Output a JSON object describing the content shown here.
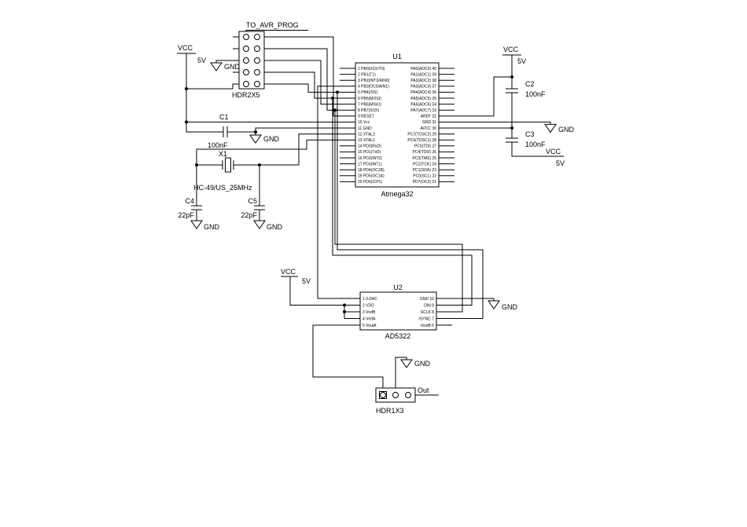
{
  "schematic": {
    "net_labels": {
      "to_avr_prog": "TO_AVR_PROG",
      "out": "Out"
    },
    "power": {
      "vcc": "VCC",
      "v5": "5V",
      "gnd": "GND"
    },
    "connectors": {
      "prog": "HDR2X5",
      "output": "HDR1X3"
    },
    "u1": {
      "ref": "U1",
      "part": "Atmega32",
      "left_pins": [
        "1 PB0(XCK/T0)",
        "2 PB1(T1)",
        "3 PB2(INT2/AIN0)",
        "4 PB3(OC0/AIN1)",
        "5 PB4(/SS)",
        "6 PB5(MOSI)",
        "7 PB6(MISO)",
        "8 PB7(SCK)",
        "9 RESET",
        "10 Vcc",
        "11 GND",
        "12 XTAL2",
        "13 XTAL1",
        "14 PD0(RxD)",
        "15 PD1(TxD)",
        "16 PD2(INT0)",
        "17 PD3(INT1)",
        "18 PD4(OC1B)",
        "19 PD5(OC1A)",
        "20 PD6(ICP1)"
      ],
      "right_pins": [
        "PA0(ADC0) 40",
        "PA1(ADC1) 39",
        "PA2(ADC2) 38",
        "PA3(ADC3) 37",
        "PA4(ADC4) 36",
        "PA5(ADC5) 35",
        "PA6(ADC6) 34",
        "PA7(ADC7) 33",
        "AREF 32",
        "GND 31",
        "AVCC 30",
        "PC7(TOSC2) 29",
        "PC6(TOSC1) 28",
        "PC5(TDI) 27",
        "PC4(TDO) 26",
        "PC3(TMS) 25",
        "PC2(TCK) 24",
        "PC1(SDA) 23",
        "PC0(SCL) 22",
        "PD7(OC2) 21"
      ]
    },
    "u2": {
      "ref": "U2",
      "part": "AD5322",
      "left_pins": [
        "1 /LDAC",
        "2 VDD",
        "3 VrefB",
        "4 VrefA",
        "5 VoutA"
      ],
      "right_pins": [
        "GND 10",
        "DIN 9",
        "SCLK 8",
        "/SYNC 7",
        "VoutB 6"
      ]
    },
    "capacitors": {
      "c1": {
        "ref": "C1",
        "value": "100nF"
      },
      "c2": {
        "ref": "C2",
        "value": "100nF"
      },
      "c3": {
        "ref": "C3",
        "value": "100nF"
      },
      "c4": {
        "ref": "C4",
        "value": "22pF"
      },
      "c5": {
        "ref": "C5",
        "value": "22pF"
      }
    },
    "crystal": {
      "ref": "X1",
      "value": "HC-49/US_25MHz"
    }
  }
}
